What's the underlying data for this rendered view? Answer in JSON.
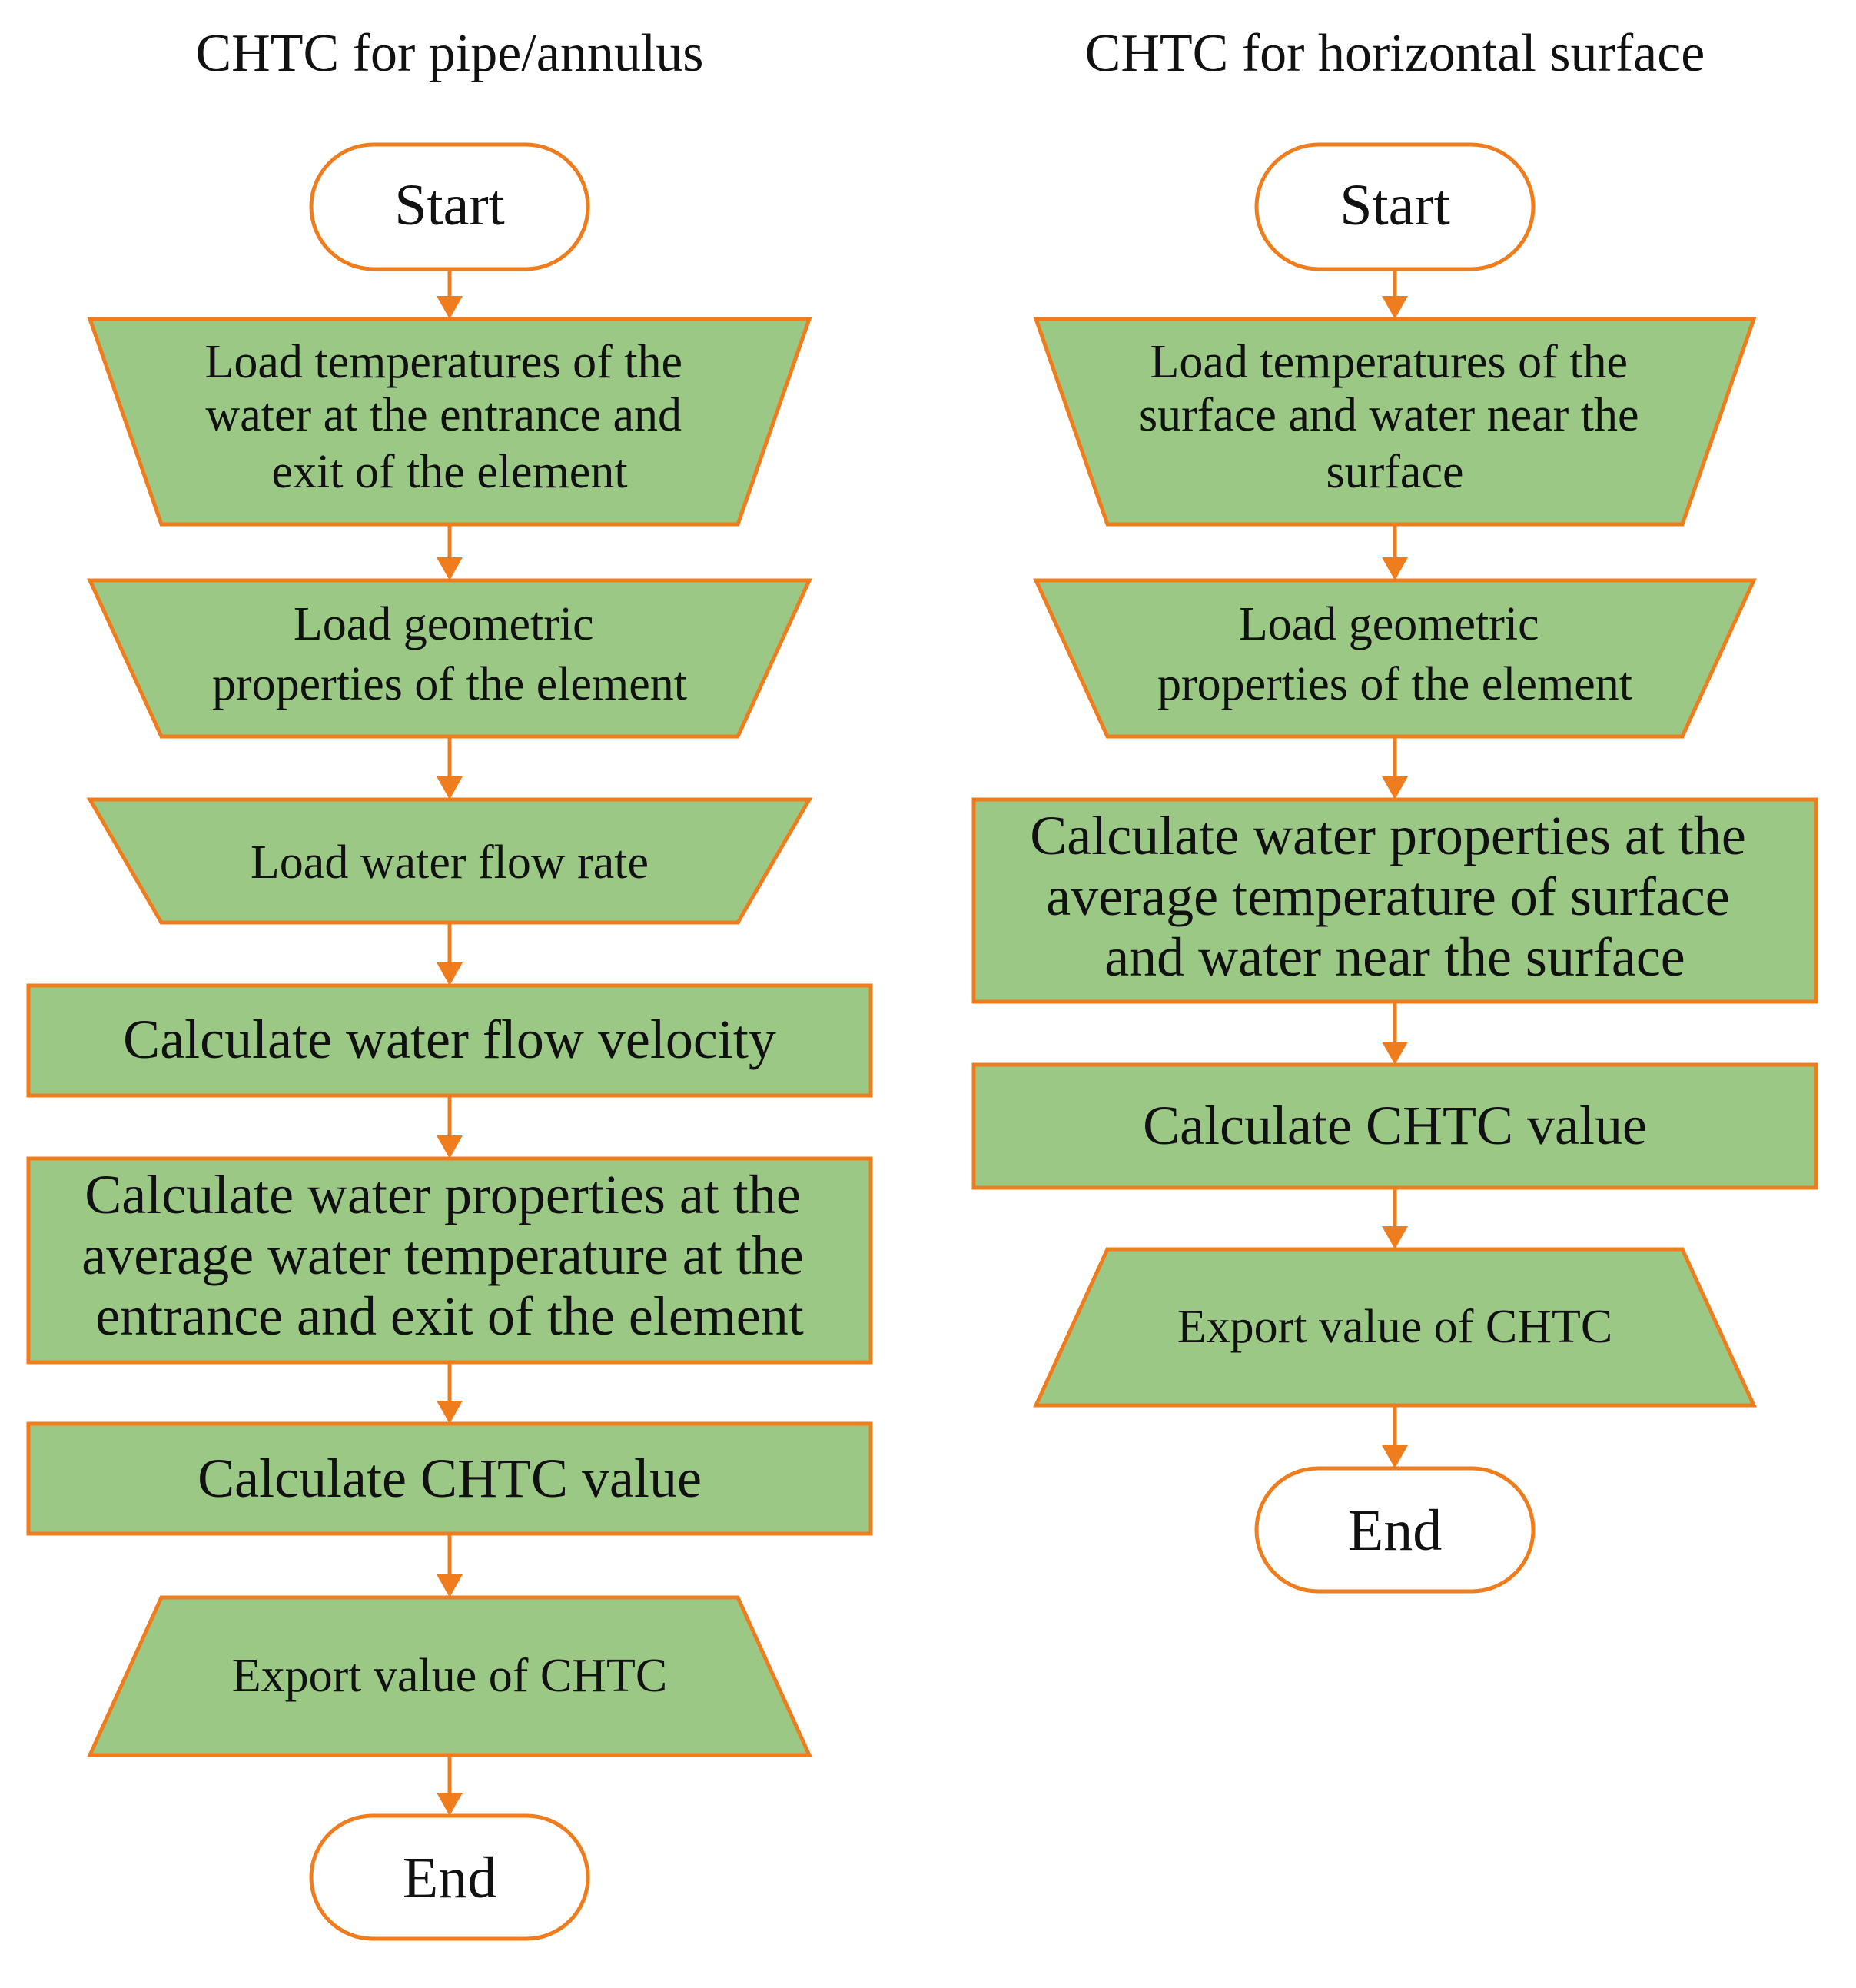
{
  "left_title": "CHTC for pipe/annulus",
  "right_title": "CHTC for horizontal surface",
  "left": {
    "start": "Start",
    "load_temps": [
      "Load temperatures of the",
      "water at the entrance and",
      "exit of the element"
    ],
    "load_geom": [
      "Load geometric",
      "properties of the element"
    ],
    "load_flow": "Load water flow rate",
    "calc_velocity": "Calculate water flow velocity",
    "calc_props": [
      "Calculate water properties at the",
      "average water temperature at the",
      "entrance and exit of the element"
    ],
    "calc_chtc": "Calculate CHTC value",
    "export": "Export value of CHTC",
    "end": "End"
  },
  "right": {
    "start": "Start",
    "load_temps": [
      "Load temperatures of the",
      "surface and water near the",
      "surface"
    ],
    "load_geom": [
      "Load geometric",
      "properties of the element"
    ],
    "calc_props": [
      "Calculate water properties at the",
      "average temperature of surface",
      "and water near the surface"
    ],
    "calc_chtc": "Calculate CHTC value",
    "export": "Export value of CHTC",
    "end": "End"
  },
  "colors": {
    "box_fill": "#9bc985",
    "border": "#ef7d1e",
    "text": "#111111",
    "terminal_fill": "#ffffff"
  }
}
